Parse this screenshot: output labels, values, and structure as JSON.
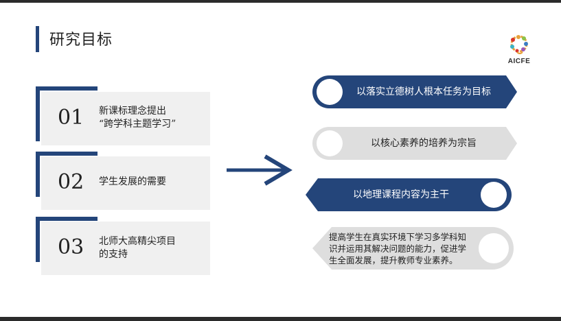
{
  "slide": {
    "title": "研究目标",
    "logo_text": "AICFE"
  },
  "cards": [
    {
      "number": "01",
      "text": "新课标理念提出\n“跨学科主题学习”"
    },
    {
      "number": "02",
      "text": "学生发展的需要"
    },
    {
      "number": "03",
      "text": "北师大高精尖项目\n的支持"
    }
  ],
  "goals": [
    {
      "text": "以落实立德树人根本任务为目标",
      "style": "blue"
    },
    {
      "text": "以核心素养的培养为宗旨",
      "style": "gray"
    },
    {
      "text": "以地理课程内容为主干",
      "style": "blue"
    },
    {
      "text": "提高学生在真实环境下学习多学科知识并运用其解决问题的能力，促进学生全面发展，提升教师专业素养。",
      "style": "gray"
    }
  ],
  "colors": {
    "accent_blue": "#24457a",
    "card_gray": "#f0f0f0",
    "pill_gray": "#dedede",
    "dark_bar": "#2b2b2b"
  },
  "icons": {
    "arrow": "right-arrow-icon",
    "logo": "aicfe-logo-icon"
  }
}
